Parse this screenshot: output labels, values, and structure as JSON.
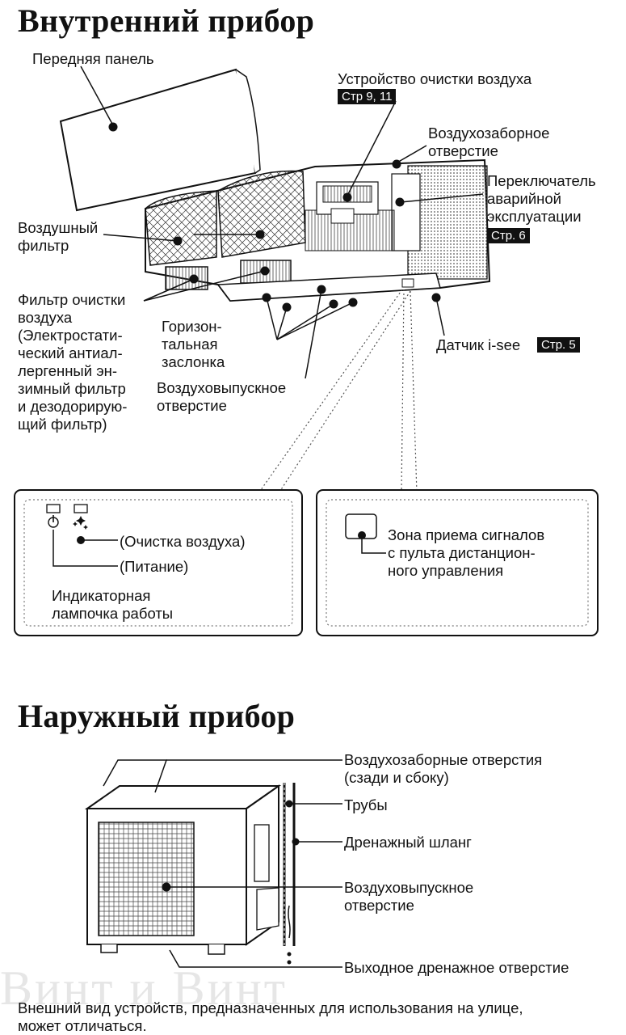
{
  "indoor": {
    "title": "Внутренний прибор",
    "front_panel": "Передняя панель",
    "air_purifier": "Устройство очистки воздуха",
    "air_purifier_ref": "Стр 9, 11",
    "air_intake": "Воздухозаборное\nотверстие",
    "emergency_switch": "Переключатель\nаварийной\nэксплуатации",
    "emergency_switch_ref": "Стр. 6",
    "air_filter": "Воздушный\nфильтр",
    "purifier_filter": "Фильтр очистки\nвоздуха\n(Электростати-\nческий антиал-\nлергенный эн-\nзимный фильтр\nи дезодорирую-\nщий фильтр)",
    "horizontal_vane": "Горизон-\nтальная\nзаслонка",
    "sensor": "Датчик i-see",
    "sensor_ref": "Стр. 5",
    "air_outlet": "Воздуховыпускное\nотверстие"
  },
  "indicator_panel": {
    "clean_label": "(Очистка воздуха)",
    "power_label": "(Питание)",
    "caption": "Индикаторная\nлампочка работы"
  },
  "receiver_panel": {
    "label": "Зона приема сигналов\nс пульта дистанцион-\nного управления"
  },
  "outdoor": {
    "title": "Наружный прибор",
    "air_intakes": "Воздухозаборные отверстия\n(сзади и сбоку)",
    "pipes": "Трубы",
    "drain_hose": "Дренажный шланг",
    "air_outlet": "Воздуховыпускное\nотверстие",
    "drain_outlet": "Выходное дренажное отверстие"
  },
  "footnote": "Внешний вид устройств, предназначенных для использования на улице,\nможет отличаться.",
  "watermark": "Винт и Винт"
}
